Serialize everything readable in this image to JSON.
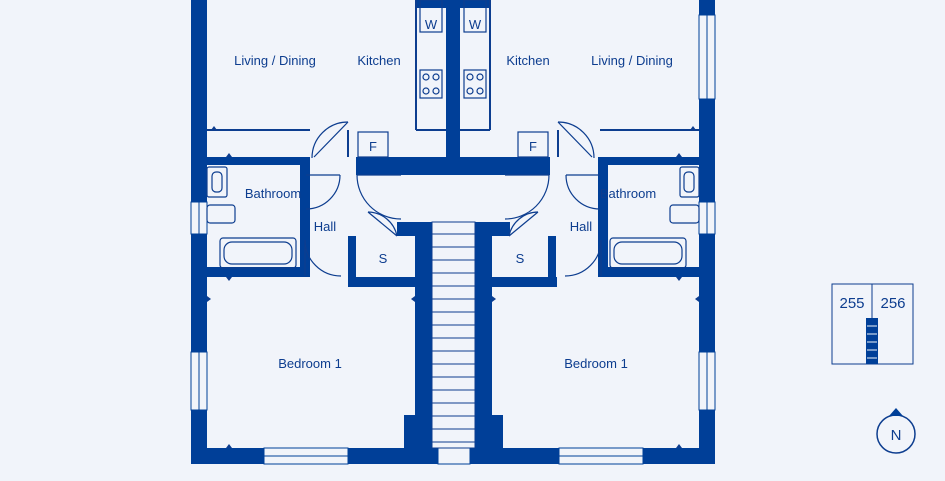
{
  "colors": {
    "wall": "#003f98",
    "background": "#f1f4fa",
    "line": "#0d3d8f"
  },
  "rooms": {
    "left": {
      "living_dining": "Living / Dining",
      "kitchen": "Kitchen",
      "bathroom": "Bathroom",
      "hall": "Hall",
      "store": "S",
      "bedroom": "Bedroom 1",
      "fridge": "F",
      "washer": "W"
    },
    "right": {
      "living_dining": "Living / Dining",
      "kitchen": "Kitchen",
      "bathroom": "Bathroom",
      "hall": "Hall",
      "store": "S",
      "bedroom": "Bedroom 1",
      "fridge": "F",
      "washer": "W"
    }
  },
  "key_plan": {
    "unit_left": "255",
    "unit_right": "256"
  },
  "compass": {
    "label": "N",
    "icon": "north-arrow-icon"
  }
}
